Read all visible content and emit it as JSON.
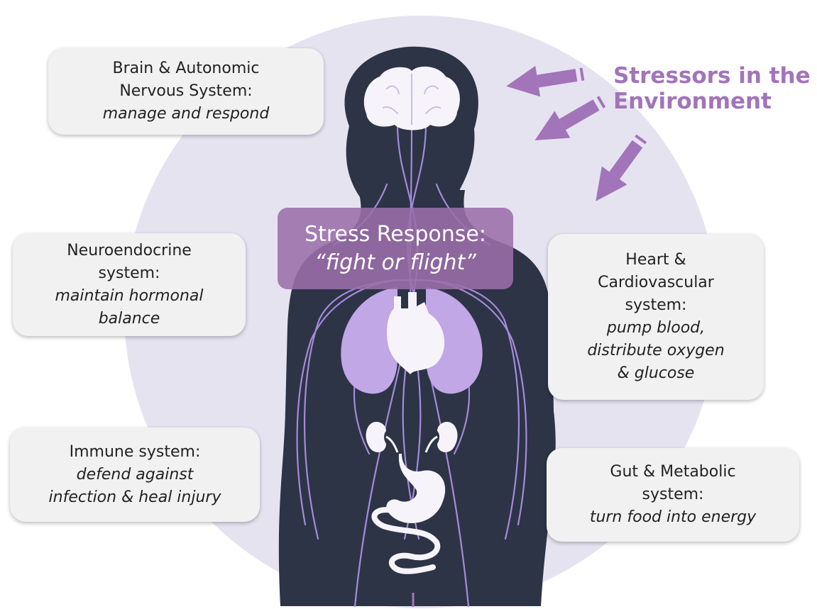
{
  "stressors": {
    "line1": "Stressors in the",
    "line2": "Environment"
  },
  "stress_response": {
    "title": "Stress Response:",
    "subtitle": "“fight or flight”"
  },
  "systems": {
    "brain": {
      "line1": "Brain & Autonomic",
      "line2": "Nervous System:",
      "function": "manage and respond"
    },
    "neuro": {
      "line1": "Neuroendocrine",
      "line2": "system:",
      "function1": "maintain hormonal",
      "function2": "balance"
    },
    "immune": {
      "line1": "Immune system:",
      "function1": "defend against",
      "function2": "infection & heal injury"
    },
    "heart": {
      "line1": "Heart &",
      "line2": "Cardiovascular",
      "line3": "system:",
      "function1": "pump blood,",
      "function2": "distribute oxygen",
      "function3": "& glucose"
    },
    "gut": {
      "line1": "Gut & Metabolic",
      "line2": "system:",
      "function": "turn food into energy"
    }
  },
  "colors": {
    "circle": "#e6e3f1",
    "body": "#2c3446",
    "accent": "#a274b9",
    "lungs": "#c1a7e6",
    "organs": "#f6f4fa",
    "nerves": "#a48bd9"
  }
}
